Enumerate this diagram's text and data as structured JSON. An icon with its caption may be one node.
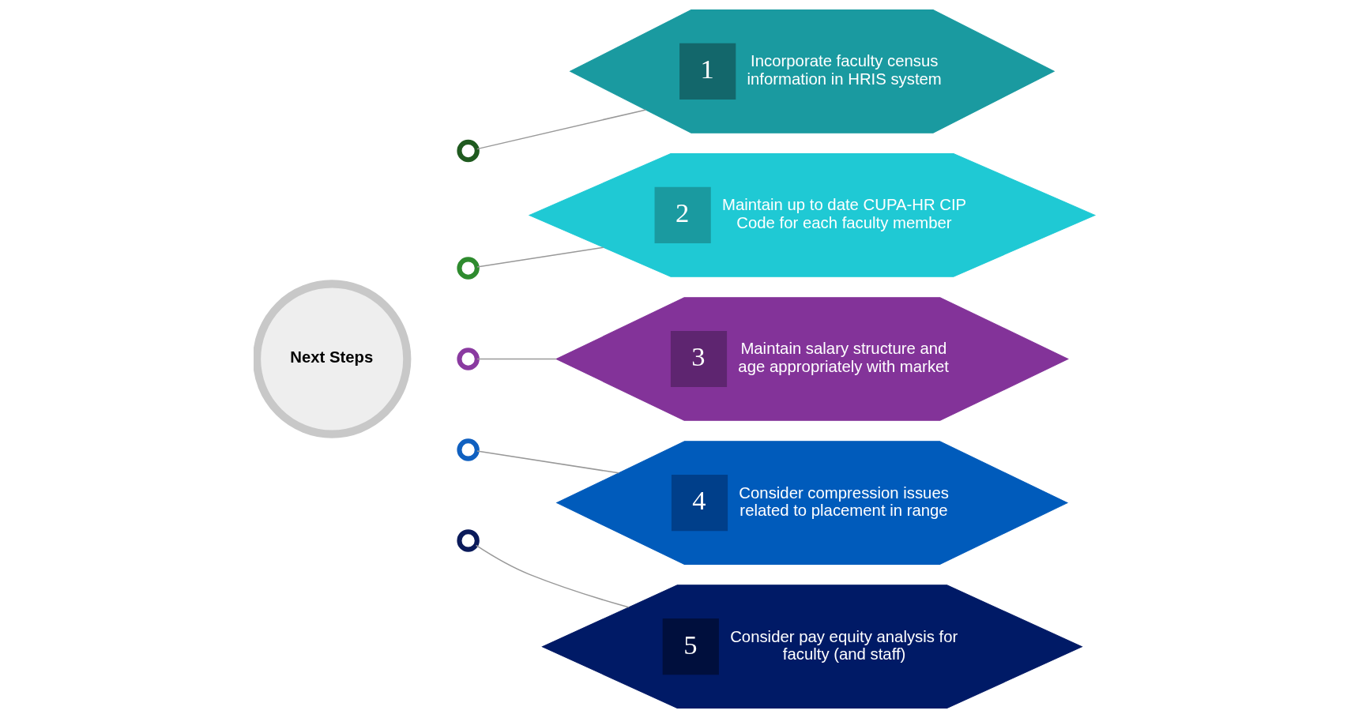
{
  "diagram": {
    "nodes": [
      {
        "text": [
          "Next Steps"
        ]
      },
      {
        "text": [],
        "shape": "circle"
      },
      {
        "text": [],
        "shape": "circle"
      },
      {
        "text": [],
        "shape": "circle"
      },
      {
        "text": [],
        "shape": "circle"
      },
      {
        "text": [],
        "shape": "circle"
      },
      {
        "text": [
          "1",
          "Incorporate faculty census information in HRIS system"
        ]
      },
      {
        "text": [
          "2",
          "Maintain up to date CUPA-HR CIP Code for each faculty member"
        ]
      },
      {
        "text": [
          "3",
          "Maintain salary structure and age appropriately with market"
        ]
      },
      {
        "text": [
          "4",
          "Consider compression issues related to placement in range"
        ]
      },
      {
        "text": [
          "5",
          "Consider pay equity analysis for faculty (and staff)"
        ]
      }
    ],
    "edges": [
      {
        "from": 1,
        "to": 6,
        "arrow": "none"
      },
      {
        "from": 2,
        "to": 7,
        "arrow": "none"
      },
      {
        "from": 3,
        "to": 8,
        "arrow": "none"
      },
      {
        "from": 4,
        "to": 9,
        "arrow": "none"
      },
      {
        "from": 5,
        "to": 10,
        "arrow": "none"
      }
    ]
  }
}
